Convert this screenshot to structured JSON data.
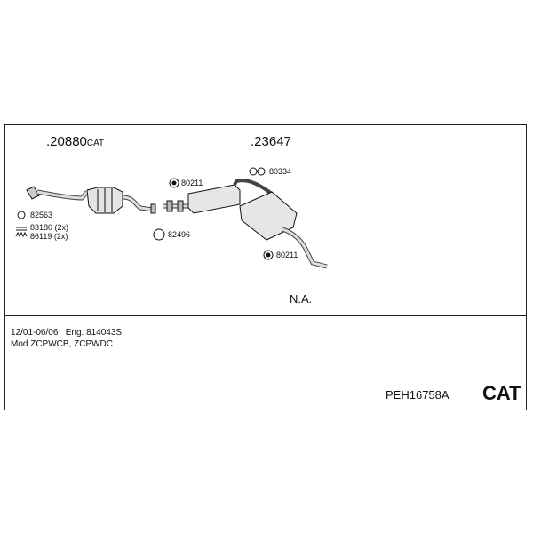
{
  "groups": {
    "front_part_no": ".20880",
    "front_part_suffix": "CAT",
    "rear_part_no": ".23647"
  },
  "parts": {
    "p82563": "82563",
    "p83180": "83180 (2x)",
    "p86119": "86119 (2x)",
    "p80211a": "80211",
    "p82496": "82496",
    "p80334": "80334",
    "p80211b": "80211"
  },
  "note": "N.A.",
  "info": {
    "line1": "12/01-06/06   Eng. 814043S",
    "line2": "Mod ZCPWCB, ZCPWDC"
  },
  "footer": {
    "set_code": "PEH16758A",
    "cat_label": "CAT"
  }
}
